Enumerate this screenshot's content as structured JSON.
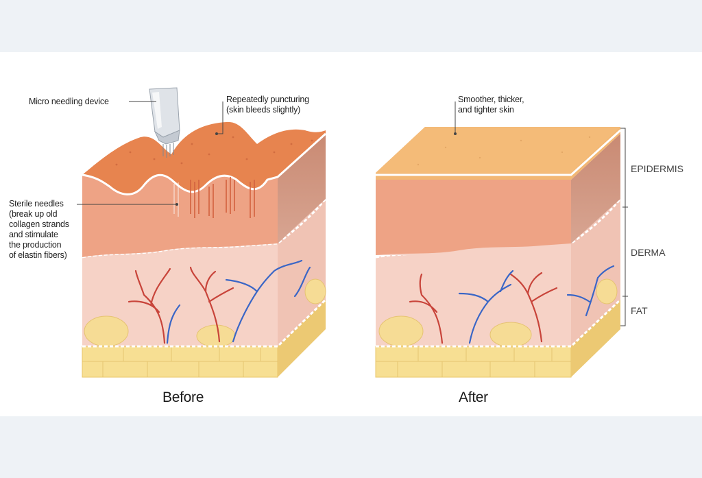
{
  "labels": {
    "device": "Micro needling device",
    "puncture_line1": "Repeatedly puncturing",
    "puncture_line2": "(skin bleeds slightly)",
    "needles_lines": [
      "Sterile needles",
      "(break up old",
      "collagen strands",
      "and stimulate",
      "the production",
      "of elastin fibers)"
    ],
    "result_line1": "Smoother, thicker,",
    "result_line2": "and tighter skin"
  },
  "captions": {
    "before": "Before",
    "after": "After"
  },
  "layers": {
    "epidermis": "EPIDERMIS",
    "derma": "DERMA",
    "fat": "FAT"
  },
  "colors": {
    "page_bg": "#eef2f6",
    "epidermis_top_before": "#e7844f",
    "epidermis_top_after": "#f2b774",
    "epidermis_front": "#eea385",
    "derma": "#f6d2c6",
    "fat": "#f7df93",
    "artery": "#c8443a",
    "vein": "#3a66c6"
  }
}
